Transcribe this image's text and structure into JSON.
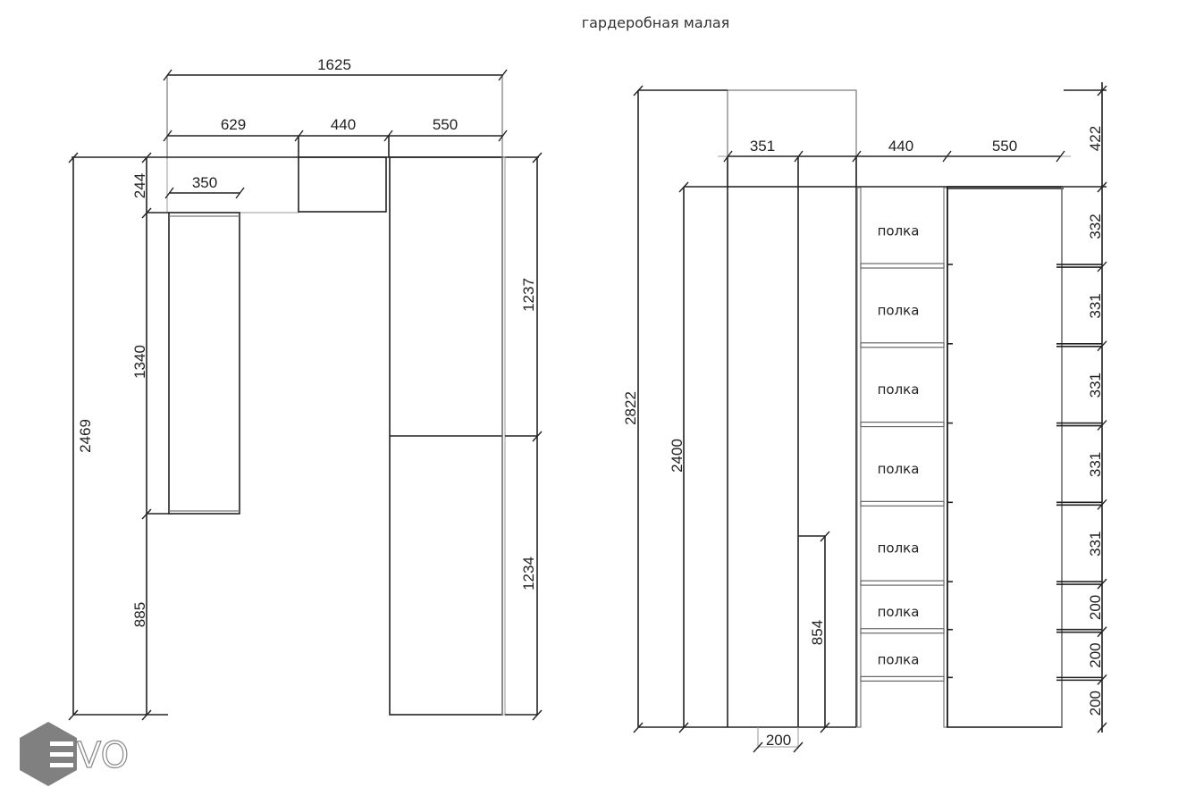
{
  "title": "гардеробная малая",
  "left_view": {
    "dimensions": {
      "total_width": "1625",
      "top_left_width": "629",
      "top_mid_width": "440",
      "top_right_width": "550",
      "shelf_width": "350",
      "total_height": "2469",
      "top_block_height": "244",
      "left_cabinet_height": "1340",
      "left_floor_gap": "885",
      "right_upper_height": "1237",
      "right_lower_height": "1234"
    }
  },
  "right_view": {
    "dimensions": {
      "total_height": "2822",
      "body_height": "2400",
      "left_section_width": "351",
      "mid_section_width": "440",
      "right_section_width": "550",
      "mezzanine_height": "422",
      "small_section_height": "854",
      "bottom_width": "200",
      "shelf_heights": [
        "332",
        "331",
        "331",
        "331",
        "331",
        "200",
        "200",
        "200"
      ]
    },
    "shelves": [
      "полка",
      "полка",
      "полка",
      "полка",
      "полка",
      "полка",
      "полка"
    ]
  },
  "logo": {
    "text": "VO",
    "icon": "hexagon-e-logo-icon"
  }
}
